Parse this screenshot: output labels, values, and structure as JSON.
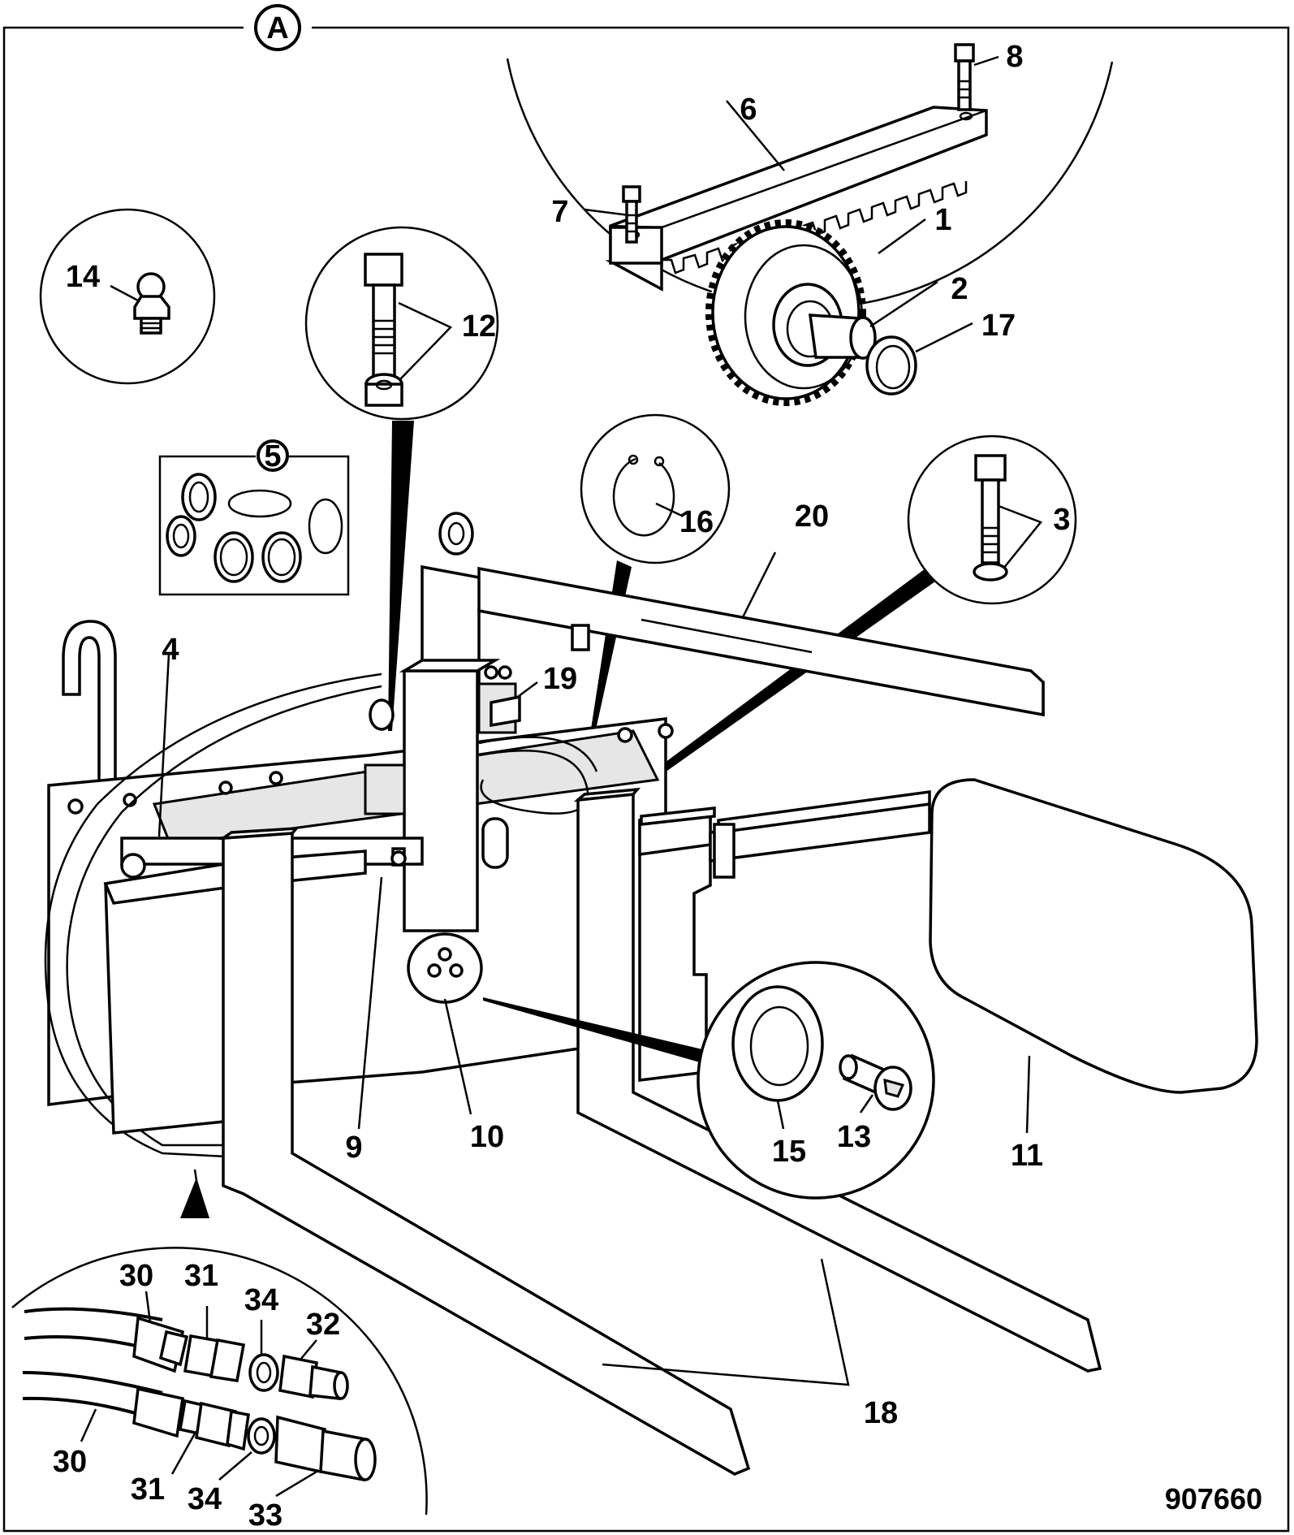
{
  "view_marker": "A",
  "drawing_number": "907660",
  "callouts": {
    "c1": "1",
    "c2": "2",
    "c3": "3",
    "c4": "4",
    "c5": "5",
    "c6": "6",
    "c7": "7",
    "c8": "8",
    "c9": "9",
    "c10": "10",
    "c11": "11",
    "c12": "12",
    "c13": "13",
    "c14": "14",
    "c15": "15",
    "c16": "16",
    "c17": "17",
    "c18": "18",
    "c19": "19",
    "c20": "20",
    "c30a": "30",
    "c30b": "30",
    "c31a": "31",
    "c31b": "31",
    "c32": "32",
    "c33": "33",
    "c34a": "34",
    "c34b": "34"
  }
}
